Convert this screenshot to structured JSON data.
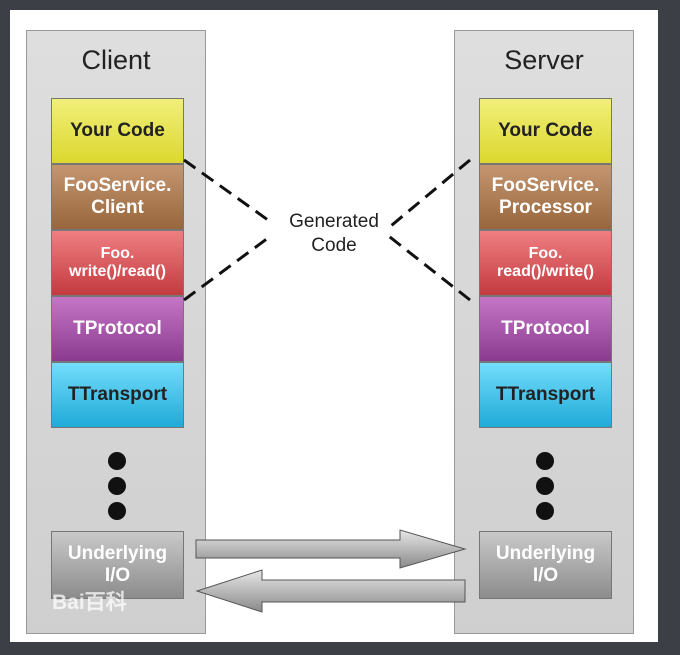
{
  "client": {
    "title": "Client",
    "layers": {
      "code": "Your Code",
      "service_line1": "FooService.",
      "service_line2": "Client",
      "foo_line1": "Foo.",
      "foo_line2": "write()/read()",
      "protocol": "TProtocol",
      "transport": "TTransport",
      "io_line1": "Underlying",
      "io_line2": "I/O"
    }
  },
  "server": {
    "title": "Server",
    "layers": {
      "code": "Your Code",
      "service_line1": "FooService.",
      "service_line2": "Processor",
      "foo_line1": "Foo.",
      "foo_line2": "read()/write()",
      "protocol": "TProtocol",
      "transport": "TTransport",
      "io_line1": "Underlying",
      "io_line2": "I/O"
    }
  },
  "generated": {
    "line1": "Generated",
    "line2": "Code"
  },
  "watermark": "Bai百科",
  "colors": {
    "your_code": "#e8e44c",
    "service": "#a97648",
    "foo": "#d0474c",
    "protocol": "#9a489e",
    "transport": "#2bbbe8",
    "io": "#a0a0a0"
  }
}
